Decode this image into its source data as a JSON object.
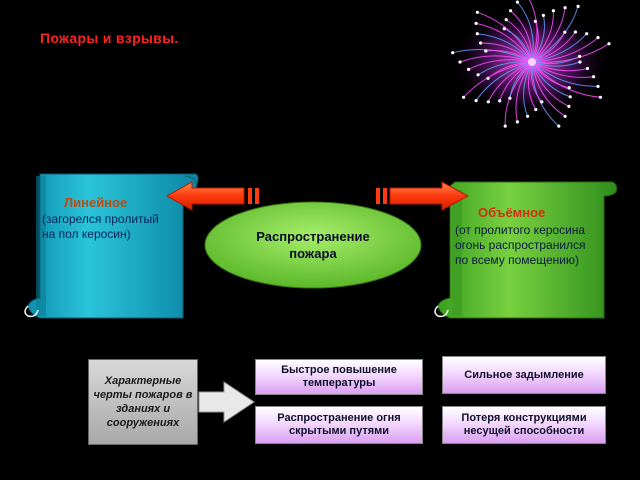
{
  "slide": {
    "title": "Пожары и взрывы."
  },
  "diagram": {
    "center": {
      "line1": "Распространение",
      "line2": "пожара"
    },
    "linear": {
      "title": "Линейное",
      "desc": "(загорелся пролитый на пол керосин)"
    },
    "volume": {
      "title": "Объёмное",
      "desc": "(от пролитого керосина огонь распространился по всему помещению)"
    },
    "features": {
      "label": "Характерные черты пожаров в зданиях и сооружениях",
      "items": [
        "Быстрое повышение температуры",
        "Сильное задымление",
        "Распространение огня скрытыми путями",
        "Потеря конструкциями несущей способности"
      ]
    }
  },
  "colors": {
    "title": "#ff2020",
    "scroll_left": "#1ab0c8",
    "scroll_right": "#5cc030",
    "ellipse": "#7ed23a",
    "arrows": "#ff5a1a"
  },
  "icons": {
    "decoration": "firework-icon"
  }
}
